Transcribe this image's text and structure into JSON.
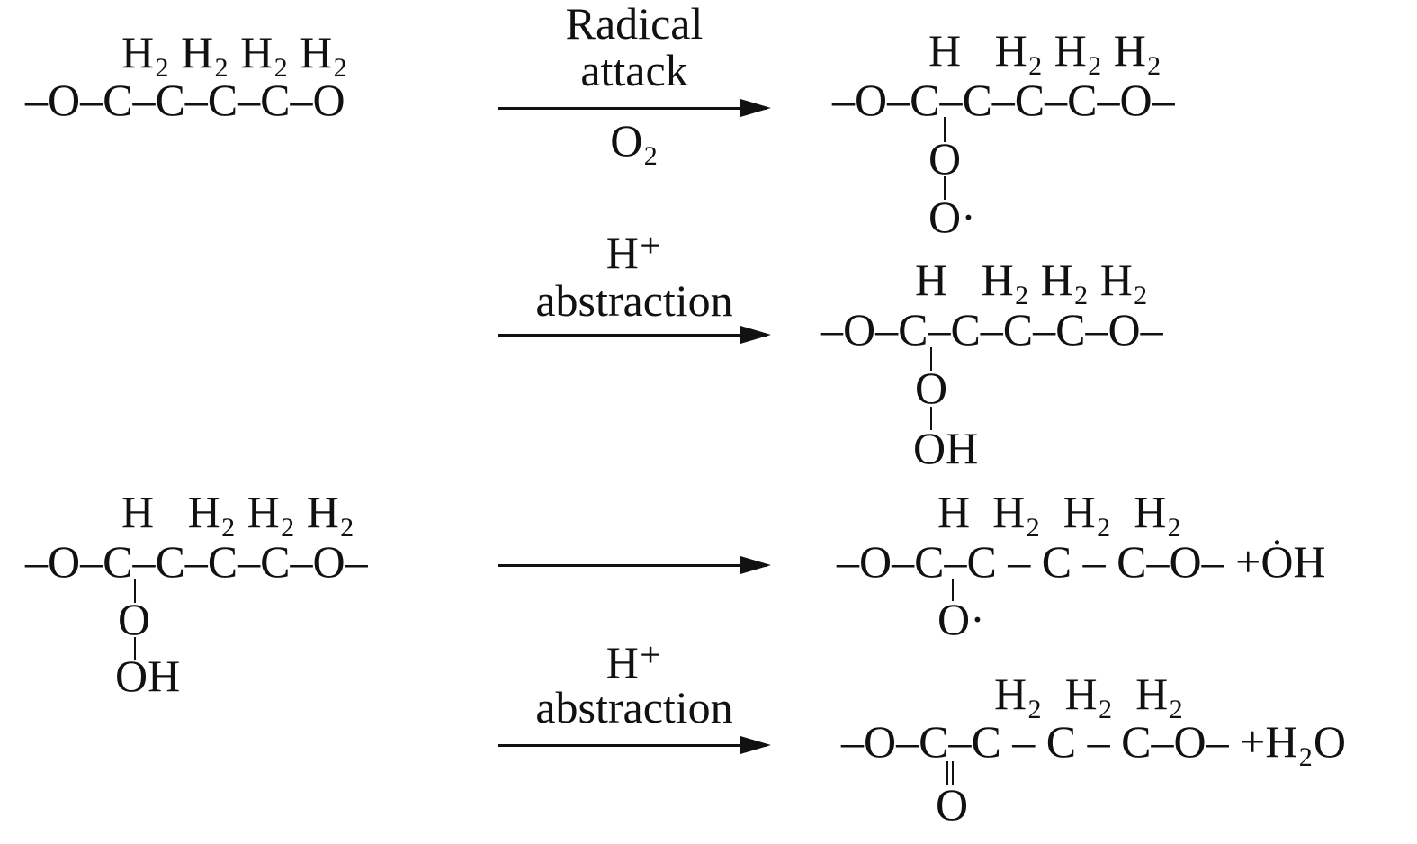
{
  "reaction1": {
    "reactant": {
      "substituents": "H₂ H₂ H₂ H₂",
      "chain": "–O–C–C–C–C–O"
    },
    "arrow_labels": {
      "line1": "Radical",
      "line2": "attack",
      "below": "O₂"
    },
    "product": {
      "substituents": "H   H₂ H₂ H₂",
      "chain": "–O–C–C–C–C–O–",
      "branch1": "O",
      "branch2": "O·"
    }
  },
  "reaction2": {
    "arrow_labels": {
      "line1": "H⁺",
      "line2": "abstraction"
    },
    "product": {
      "substituents": "H   H₂ H₂ H₂",
      "chain": "–O–C–C–C–C–O–",
      "branch1": "O",
      "branch2": "OH"
    }
  },
  "reaction3": {
    "reactant": {
      "substituents": "H   H₂ H₂ H₂",
      "chain": "–O–C–C–C–C–O–",
      "branch1": "O",
      "branch2": "OH"
    },
    "product": {
      "substituents": "H  H₂  H₂  H₂",
      "chain": "–O–C–C – C – C–O– +ȮH",
      "branch1": "O·"
    }
  },
  "reaction4": {
    "arrow_labels": {
      "line1": "H⁺",
      "line2": "abstraction"
    },
    "product": {
      "substituents": "H₂  H₂  H₂",
      "chain": "–O–C–C – C – C–O– +H₂O",
      "branch1": "O"
    }
  }
}
